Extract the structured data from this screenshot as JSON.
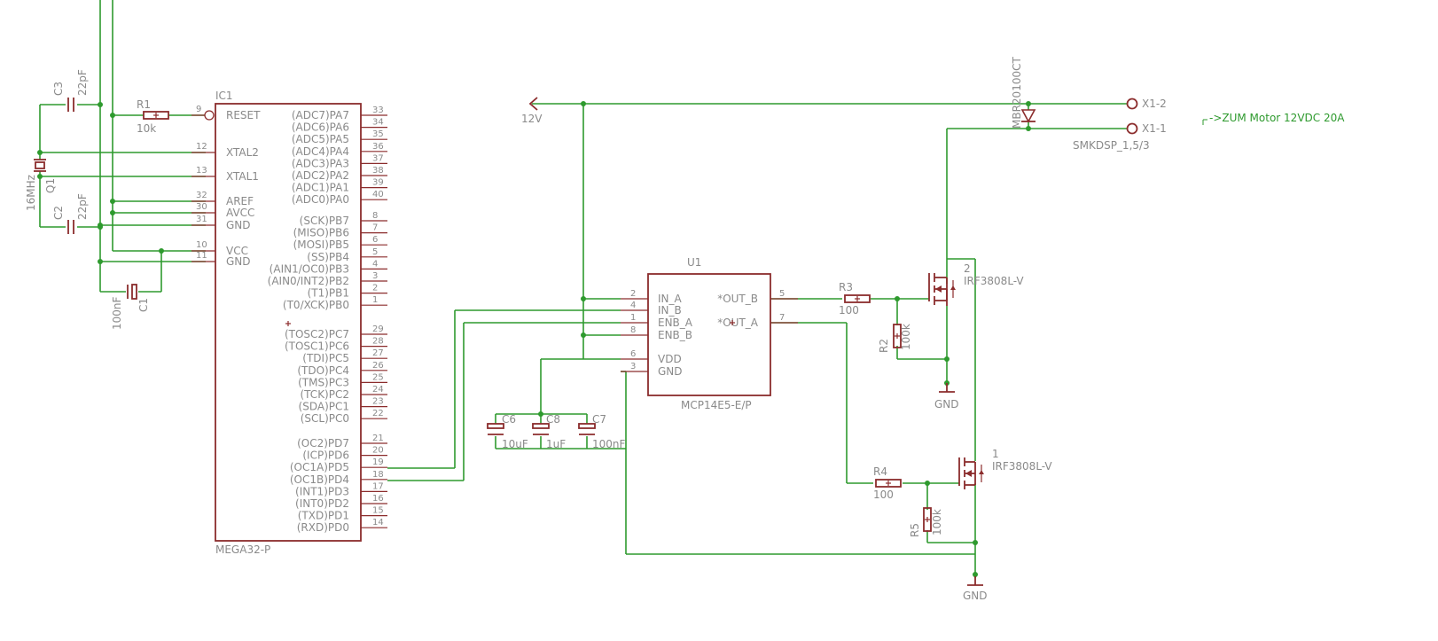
{
  "ic1": {
    "name": "IC1",
    "value": "MEGA32-P",
    "left_pins": [
      {
        "num": "9",
        "label": "RESET"
      },
      {
        "num": "12",
        "label": "XTAL2"
      },
      {
        "num": "13",
        "label": "XTAL1"
      },
      {
        "num": "32",
        "label": "AREF"
      },
      {
        "num": "30",
        "label": "AVCC"
      },
      {
        "num": "31",
        "label": "GND"
      },
      {
        "num": "10",
        "label": "VCC"
      },
      {
        "num": "11",
        "label": "GND"
      }
    ],
    "right_pins": [
      {
        "num": "33",
        "label": "(ADC7)PA7"
      },
      {
        "num": "34",
        "label": "(ADC6)PA6"
      },
      {
        "num": "35",
        "label": "(ADC5)PA5"
      },
      {
        "num": "36",
        "label": "(ADC4)PA4"
      },
      {
        "num": "37",
        "label": "(ADC3)PA3"
      },
      {
        "num": "38",
        "label": "(ADC2)PA2"
      },
      {
        "num": "39",
        "label": "(ADC1)PA1"
      },
      {
        "num": "40",
        "label": "(ADC0)PA0"
      },
      {
        "num": "8",
        "label": "(SCK)PB7"
      },
      {
        "num": "7",
        "label": "(MISO)PB6"
      },
      {
        "num": "6",
        "label": "(MOSI)PB5"
      },
      {
        "num": "5",
        "label": "(SS)PB4"
      },
      {
        "num": "4",
        "label": "(AIN1/OC0)PB3"
      },
      {
        "num": "3",
        "label": "(AIN0/INT2)PB2"
      },
      {
        "num": "2",
        "label": "(T1)PB1"
      },
      {
        "num": "1",
        "label": "(T0/XCK)PB0"
      },
      {
        "num": "29",
        "label": "(TOSC2)PC7"
      },
      {
        "num": "28",
        "label": "(TOSC1)PC6"
      },
      {
        "num": "27",
        "label": "(TDI)PC5"
      },
      {
        "num": "26",
        "label": "(TDO)PC4"
      },
      {
        "num": "25",
        "label": "(TMS)PC3"
      },
      {
        "num": "24",
        "label": "(TCK)PC2"
      },
      {
        "num": "23",
        "label": "(SDA)PC1"
      },
      {
        "num": "22",
        "label": "(SCL)PC0"
      },
      {
        "num": "21",
        "label": "(OC2)PD7"
      },
      {
        "num": "20",
        "label": "(ICP)PD6"
      },
      {
        "num": "19",
        "label": "(OC1A)PD5"
      },
      {
        "num": "18",
        "label": "(OC1B)PD4"
      },
      {
        "num": "17",
        "label": "(INT1)PD3"
      },
      {
        "num": "16",
        "label": "(INT0)PD2"
      },
      {
        "num": "15",
        "label": "(TXD)PD1"
      },
      {
        "num": "14",
        "label": "(RXD)PD0"
      }
    ]
  },
  "u1": {
    "name": "U1",
    "value": "MCP14E5-E/P",
    "left_pins": [
      {
        "num": "2",
        "label": "IN_A"
      },
      {
        "num": "4",
        "label": "IN_B"
      },
      {
        "num": "1",
        "label": "ENB_A"
      },
      {
        "num": "8",
        "label": "ENB_B"
      },
      {
        "num": "6",
        "label": "VDD"
      },
      {
        "num": "3",
        "label": "GND"
      }
    ],
    "right_pins": [
      {
        "num": "5",
        "label": "*OUT_B"
      },
      {
        "num": "7",
        "label": "*OUT_A"
      }
    ]
  },
  "parts": {
    "r1": {
      "name": "R1",
      "value": "10k"
    },
    "c3": {
      "name": "C3",
      "value": "22pF"
    },
    "c2": {
      "name": "C2",
      "value": "22pF"
    },
    "q1": {
      "name": "Q1",
      "value": "16MHz"
    },
    "c1": {
      "name": "C1",
      "value": "100nF"
    },
    "c6": {
      "name": "C6",
      "value": "10uF"
    },
    "c8": {
      "name": "C8",
      "value": "1uF"
    },
    "c7": {
      "name": "C7",
      "value": "100nF"
    },
    "r3": {
      "name": "R3",
      "value": "100"
    },
    "r2": {
      "name": "R2",
      "value": "100k"
    },
    "r4": {
      "name": "R4",
      "value": "100"
    },
    "r5": {
      "name": "R5",
      "value": "100k"
    },
    "q2": {
      "num": "2",
      "value": "IRF3808L-V"
    },
    "q3": {
      "num": "1",
      "value": "IRF3808L-V"
    },
    "d1": {
      "value": "MBR20100CT"
    },
    "supply": {
      "label": "12V"
    },
    "gnd_top": {
      "label": "GND"
    },
    "gnd_bottom": {
      "label": "GND"
    },
    "x1": {
      "pin2": "X1-2",
      "pin1": "X1-1",
      "value": "SMKDSP_1,5/3"
    }
  },
  "note": "->ZUM Motor 12VDC 20A",
  "colors": {
    "symbol": "#8b2c2c",
    "wire": "#2e9a2e",
    "text": "#8a8a8a",
    "note": "#2e9a2e"
  }
}
